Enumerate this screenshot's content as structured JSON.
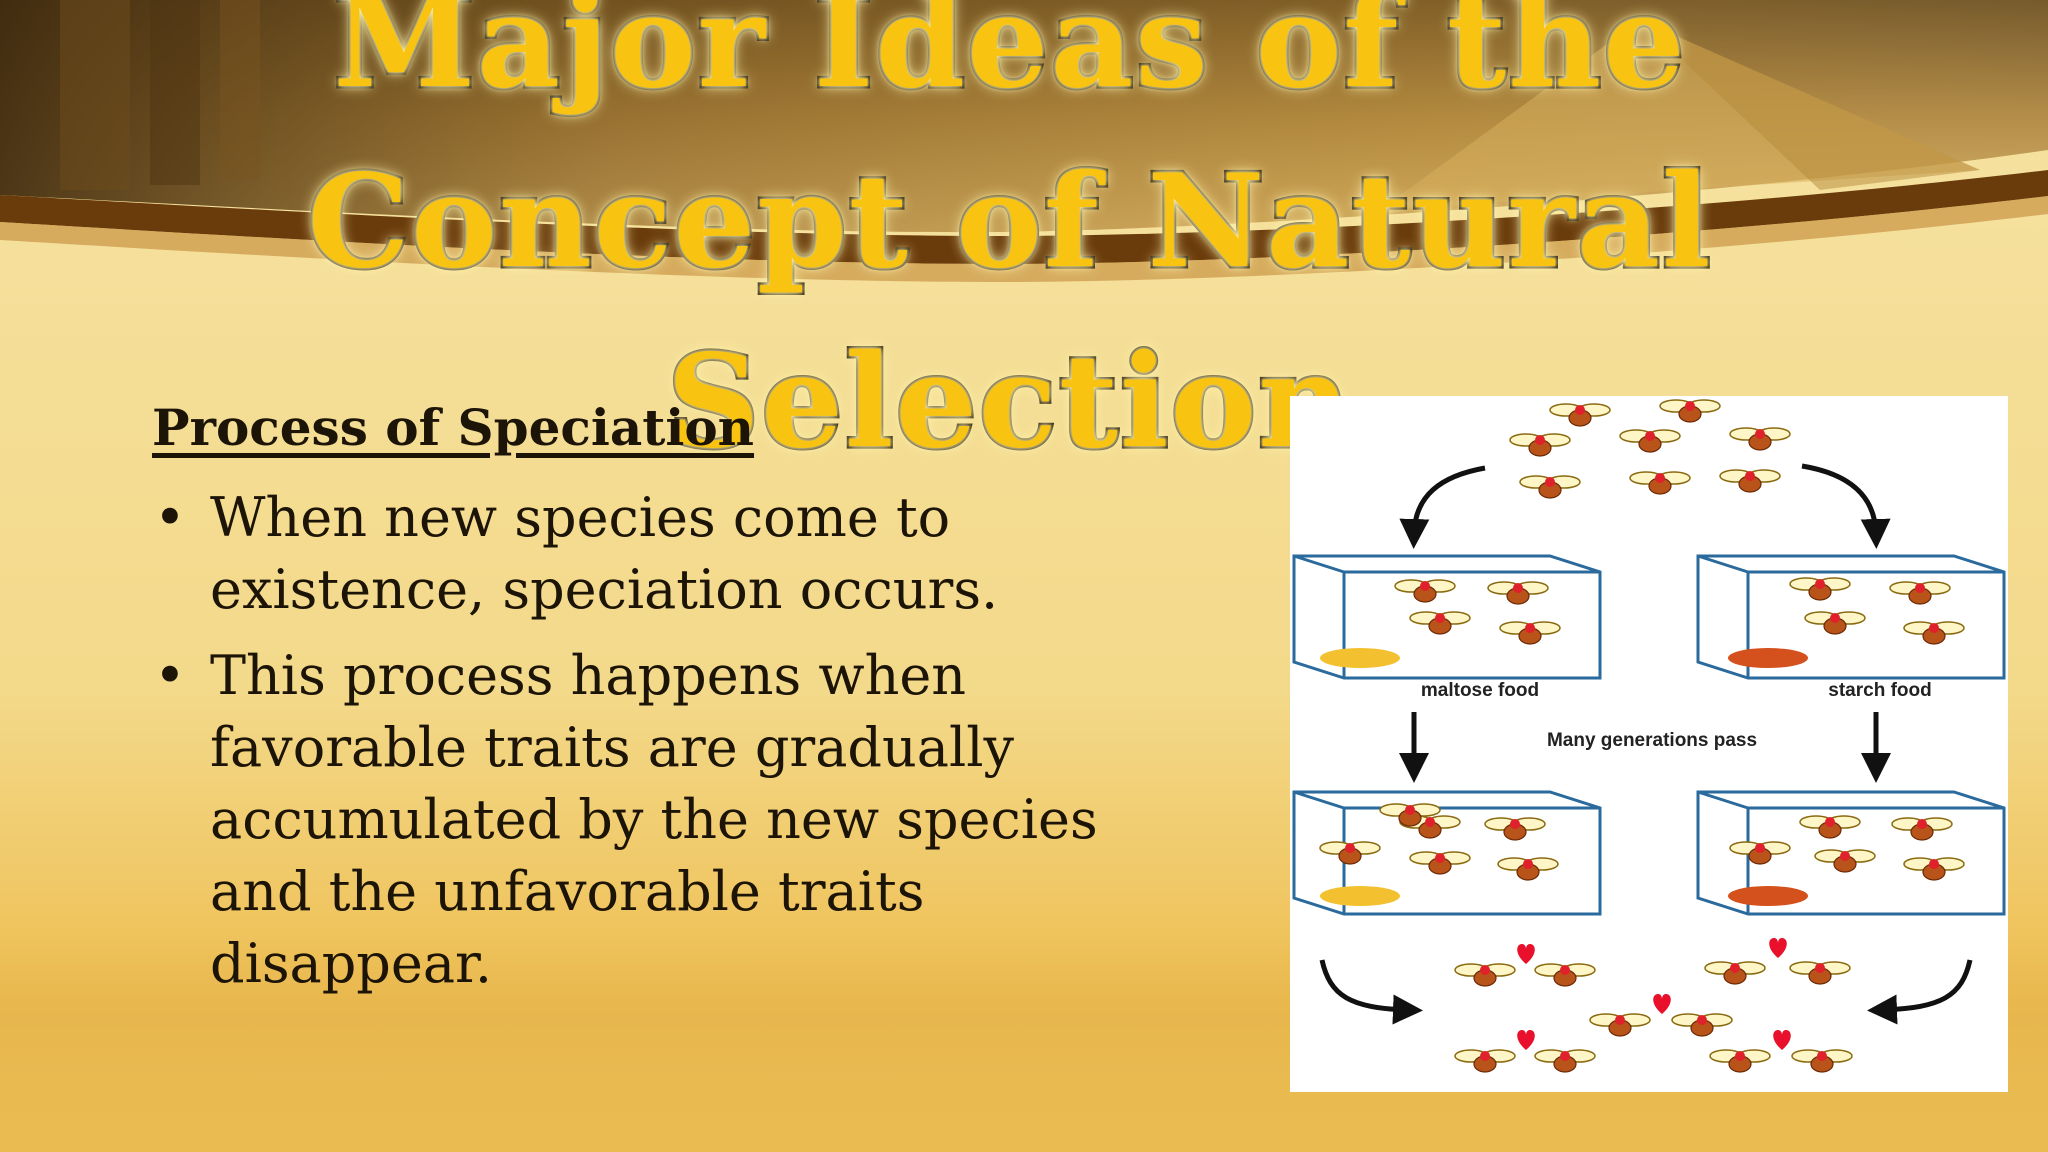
{
  "slide": {
    "title_lines": [
      "Major Ideas of the",
      "Concept of Natural",
      "Selection"
    ],
    "subheading": "Process of Speciation",
    "bullets": [
      "When new species come to existence, speciation occurs.",
      "This process happens when favorable traits are gradually accumulated by the new species and the unfavorable traits disappear."
    ],
    "bullet_glyph": "•"
  },
  "figure": {
    "left_food_label": "maltose food",
    "right_food_label": "starch food",
    "generations_label": "Many generations pass",
    "colors": {
      "maltose": "#f3c130",
      "starch": "#d4501c",
      "box": "#2a6a9c",
      "heart": "#e8102a",
      "fly_body": "#b8531a",
      "fly_wing": "#fff6c8"
    }
  },
  "colors": {
    "title_fill": "#f8c411",
    "title_stroke": "#1e1200",
    "text": "#1c1407",
    "background": "#f2d98c"
  }
}
